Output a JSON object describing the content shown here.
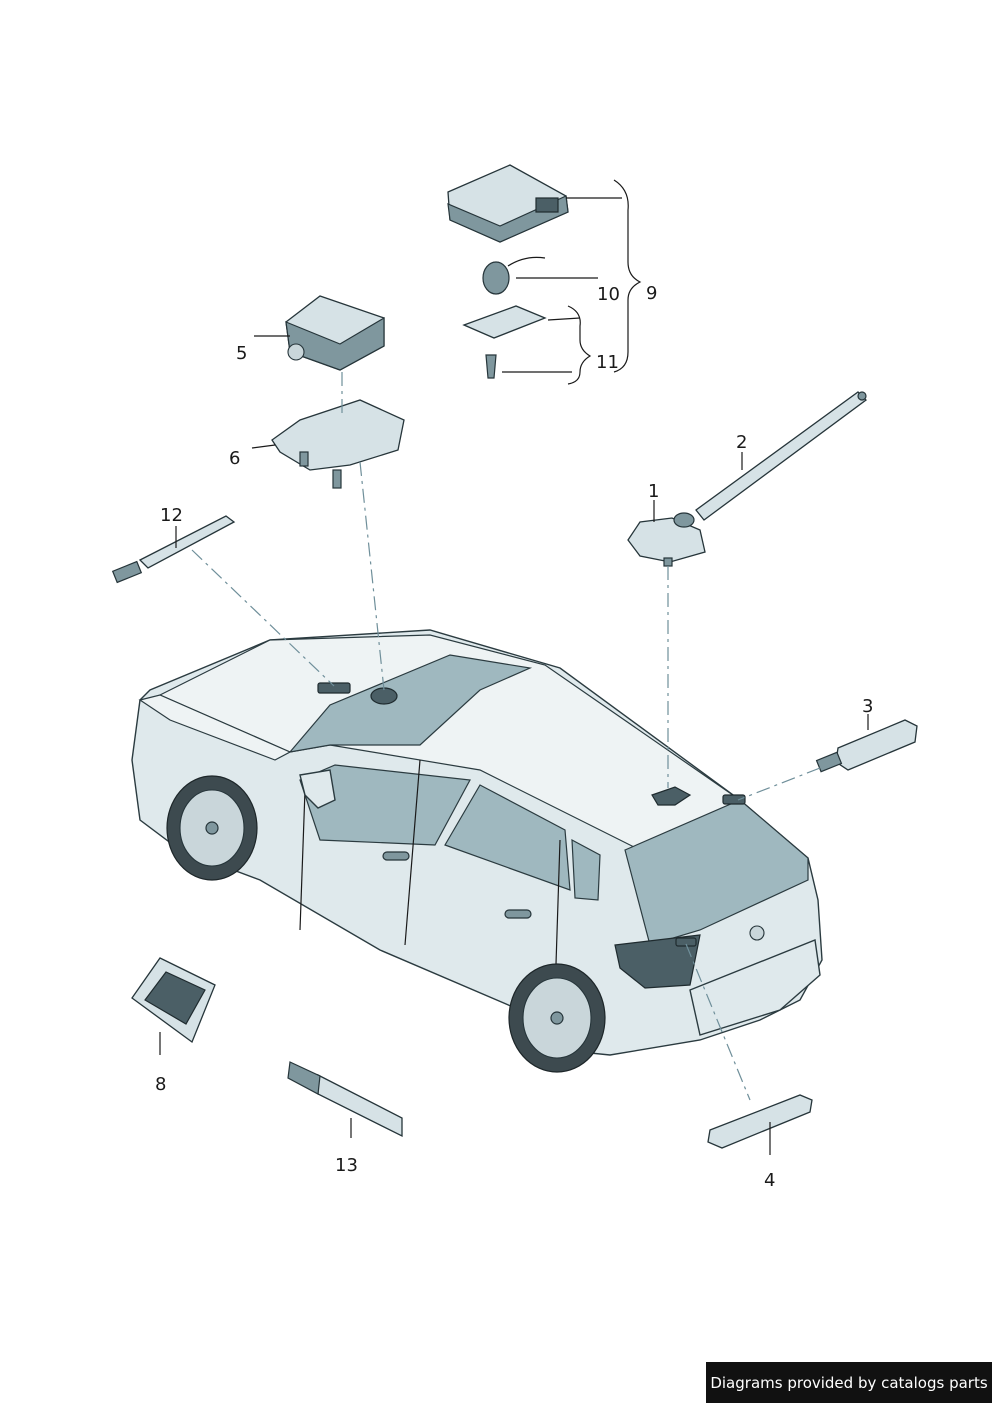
{
  "callouts": {
    "c1": "1",
    "c2": "2",
    "c3": "3",
    "c4": "4",
    "c5": "5",
    "c6": "6",
    "c8": "8",
    "c9": "9",
    "c10": "10",
    "c11": "11",
    "c12": "12",
    "c13": "13"
  },
  "credit": "Diagrams provided by catalogs parts"
}
